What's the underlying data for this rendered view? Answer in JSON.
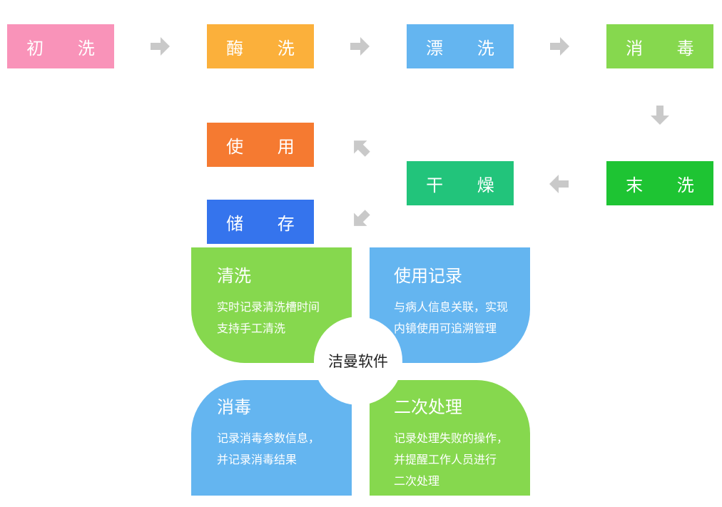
{
  "flow": {
    "steps": [
      {
        "label": "初 洗",
        "color": "#F993B9"
      },
      {
        "label": "酶 洗",
        "color": "#FBB03B"
      },
      {
        "label": "漂 洗",
        "color": "#64B5F0"
      },
      {
        "label": "消 毒",
        "color": "#86D84E"
      },
      {
        "label": "末 洗",
        "color": "#1EC433"
      },
      {
        "label": "干 燥",
        "color": "#22C47B"
      },
      {
        "label": "使 用",
        "color": "#F57A31"
      },
      {
        "label": "储 存",
        "color": "#3574ED"
      }
    ],
    "arrow_color": "#C9C9C9",
    "arrow_icon": "arrow-icon"
  },
  "software": {
    "center_label": "洁曼软件",
    "quadrants": [
      {
        "title": "清洗",
        "lines": [
          "实时记录清洗槽时间",
          "支持手工清洗"
        ],
        "color": "#86D84E"
      },
      {
        "title": "使用记录",
        "lines": [
          "与病人信息关联，实现",
          "内镜使用可追溯管理"
        ],
        "color": "#64B5F0"
      },
      {
        "title": "消毒",
        "lines": [
          "记录消毒参数信息，",
          "并记录消毒结果"
        ],
        "color": "#64B5F0"
      },
      {
        "title": "二次处理",
        "lines": [
          "记录处理失败的操作，",
          "并提醒工作人员进行",
          "二次处理"
        ],
        "color": "#86D84E"
      }
    ]
  }
}
